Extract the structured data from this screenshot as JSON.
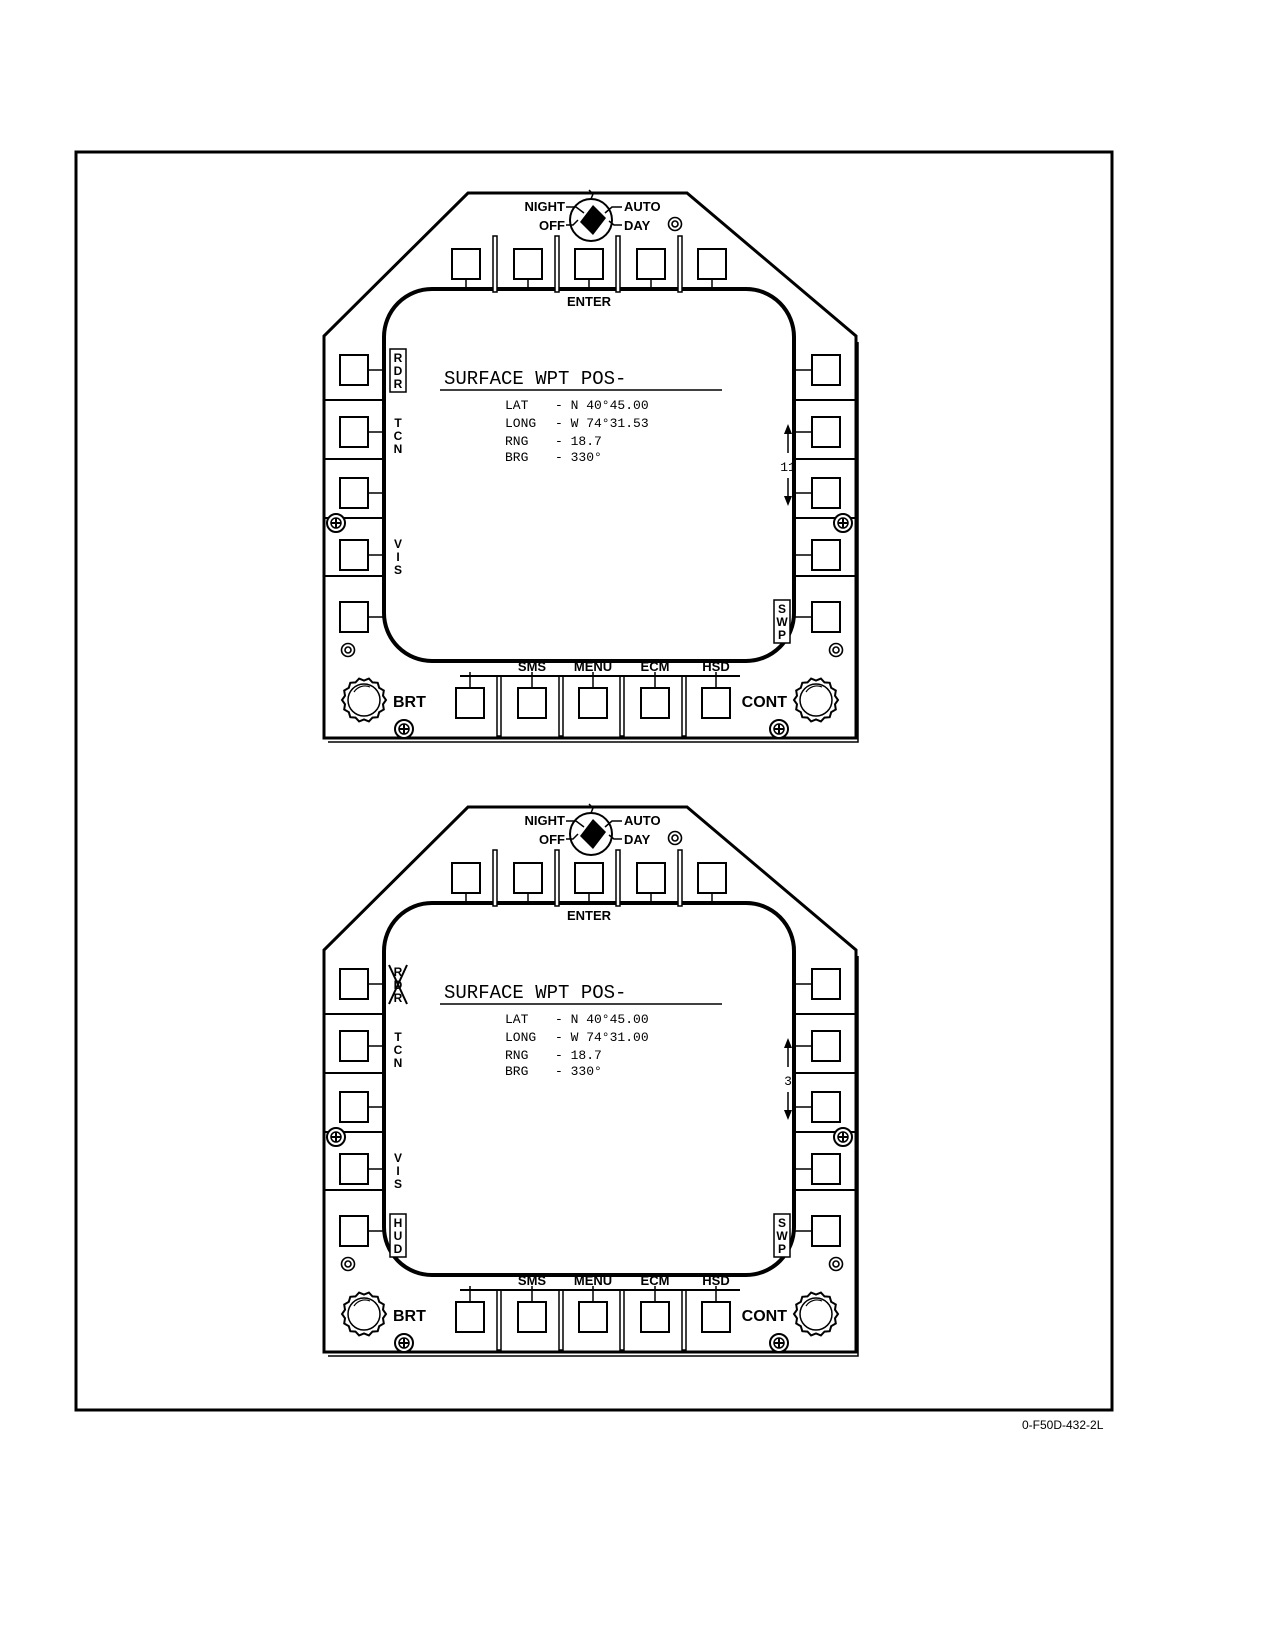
{
  "figure_id": "0-F50D-432-2L",
  "ddi_panels": [
    {
      "knob": {
        "night": "NIGHT",
        "off": "OFF",
        "auto": "AUTO",
        "day": "DAY"
      },
      "top_buttons": [
        "",
        "",
        "ENTER",
        "",
        ""
      ],
      "bottom_buttons": [
        "",
        "SMS",
        "MENU",
        "ECM",
        "HSD"
      ],
      "left_options": [
        "RDR",
        "TCN",
        "",
        "VIS",
        ""
      ],
      "left_boxed": [
        true,
        false,
        false,
        false,
        false
      ],
      "left_crossed": [
        false,
        false,
        false,
        false,
        false
      ],
      "right_options": [
        "",
        "",
        "",
        "",
        "SWP"
      ],
      "right_boxed": [
        false,
        false,
        false,
        false,
        true
      ],
      "brt_label": "BRT",
      "cont_label": "CONT",
      "screen": {
        "title": "SURFACE WPT POS-",
        "rows": [
          {
            "label": "LAT",
            "value": "- N 40°45.00"
          },
          {
            "label": "LONG",
            "value": "- W 74°31.53"
          },
          {
            "label": "RNG",
            "value": "- 18.7"
          },
          {
            "label": "BRG",
            "value": "- 330°"
          }
        ],
        "waypoint_number": "11"
      }
    },
    {
      "knob": {
        "night": "NIGHT",
        "off": "OFF",
        "auto": "AUTO",
        "day": "DAY"
      },
      "top_buttons": [
        "",
        "",
        "ENTER",
        "",
        ""
      ],
      "bottom_buttons": [
        "",
        "SMS",
        "MENU",
        "ECM",
        "HSD"
      ],
      "left_options": [
        "RDR",
        "TCN",
        "",
        "VIS",
        "HUD"
      ],
      "left_boxed": [
        false,
        false,
        false,
        false,
        true
      ],
      "left_crossed": [
        true,
        false,
        false,
        false,
        false
      ],
      "right_options": [
        "",
        "",
        "",
        "",
        "SWP"
      ],
      "right_boxed": [
        false,
        false,
        false,
        false,
        true
      ],
      "brt_label": "BRT",
      "cont_label": "CONT",
      "screen": {
        "title": "SURFACE WPT POS-",
        "rows": [
          {
            "label": "LAT",
            "value": "- N 40°45.00"
          },
          {
            "label": "LONG",
            "value": "- W 74°31.00"
          },
          {
            "label": "RNG",
            "value": "- 18.7"
          },
          {
            "label": "BRG",
            "value": "- 330°"
          }
        ],
        "waypoint_number": "3"
      }
    }
  ]
}
